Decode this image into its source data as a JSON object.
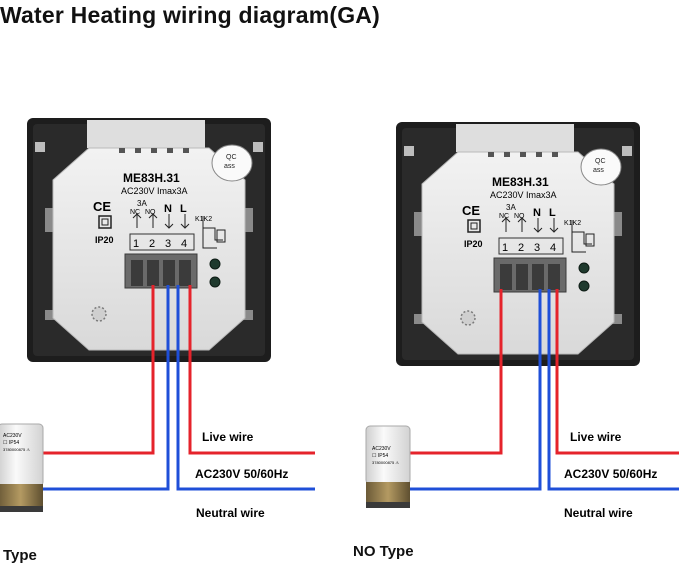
{
  "title": "Water Heating wiring diagram(GA)",
  "colors": {
    "live_wire": "#e5232b",
    "neutral_wire": "#1f4fd8",
    "panel_bg": "#1d1d1d",
    "body": "#e9e9e9",
    "terminal_block": "#6a6a6a"
  },
  "panels": [
    {
      "qc_badge": "QC\nass",
      "model": "ME83H.31",
      "rating": "AC230V Imax3A",
      "ce_mark": "CE",
      "ip_rating": "IP20",
      "relay_current": "3A",
      "nc_label": "NC",
      "no_label": "NO",
      "n_label": "N",
      "l_label": "L",
      "k_label": "K1K2",
      "terminals": [
        "1",
        "2",
        "3",
        "4"
      ],
      "live_label": "Live wire",
      "supply_label": "AC230V 50/60Hz",
      "neutral_label": "Neutral wire",
      "actuator_text": [
        "AC230V",
        "☐ IP54",
        "3780000875  ⚠"
      ],
      "type_label": "Type"
    },
    {
      "qc_badge": "QC\nass",
      "model": "ME83H.31",
      "rating": "AC230V Imax3A",
      "ce_mark": "CE",
      "ip_rating": "IP20",
      "relay_current": "3A",
      "nc_label": "NC",
      "no_label": "NO",
      "n_label": "N",
      "l_label": "L",
      "k_label": "K1K2",
      "terminals": [
        "1",
        "2",
        "3",
        "4"
      ],
      "live_label": "Live wire",
      "supply_label": "AC230V 50/60Hz",
      "neutral_label": "Neutral wire",
      "actuator_text": [
        "AC230V",
        "☐ IP54",
        "3780000875  ⚠"
      ],
      "type_label": "NO Type"
    }
  ]
}
